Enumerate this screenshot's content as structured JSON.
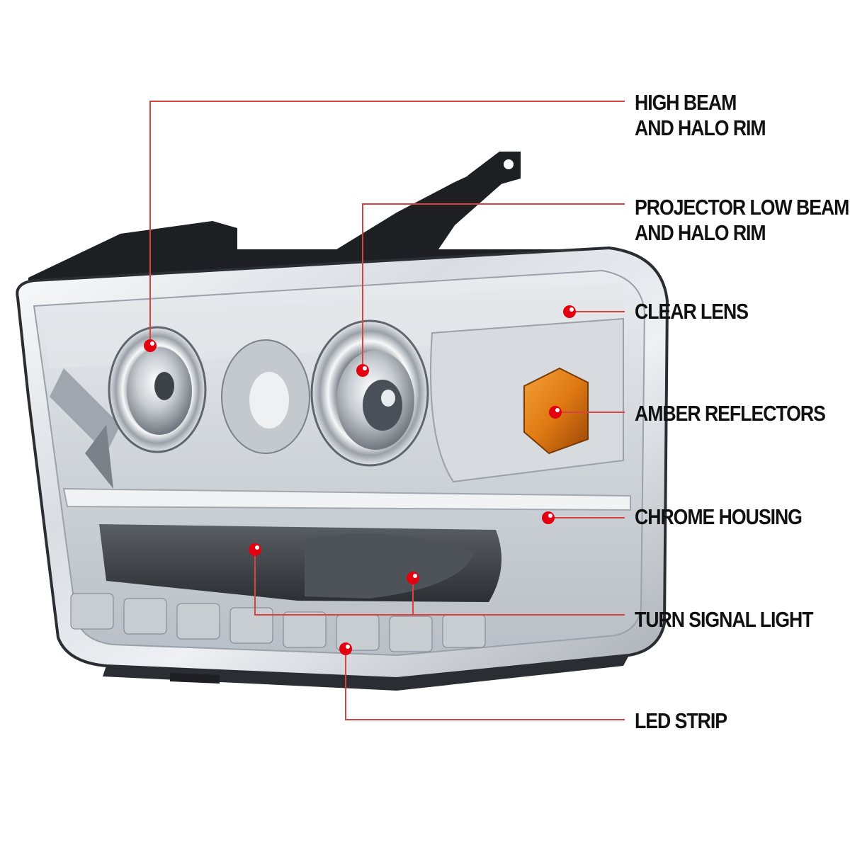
{
  "colors": {
    "background": "#ffffff",
    "leader_line": "#d8433f",
    "marker_dot": "#e3000f",
    "label_text": "#111111",
    "chrome_light": "#f4f6f8",
    "chrome_mid": "#c9ced4",
    "chrome_dark": "#8f969e",
    "bracket": "#1d1f22",
    "lens_tint": "#b3b8bd",
    "amber": "#e07a12",
    "amber_dark": "#a84c08",
    "turn_signal_dark": "#3b3f44"
  },
  "product_image": {
    "subject": "headlight-assembly",
    "icon": "headlight-icon"
  },
  "callouts": [
    {
      "id": "high-beam",
      "lines": [
        "HIGH BEAM",
        "AND HALO RIM"
      ]
    },
    {
      "id": "projector-low-beam",
      "lines": [
        "PROJECTOR LOW BEAM",
        "AND HALO RIM"
      ]
    },
    {
      "id": "clear-lens",
      "lines": [
        "CLEAR LENS"
      ]
    },
    {
      "id": "amber-reflectors",
      "lines": [
        "AMBER REFLECTORS"
      ]
    },
    {
      "id": "chrome-housing",
      "lines": [
        "CHROME HOUSING"
      ]
    },
    {
      "id": "turn-signal-light",
      "lines": [
        "TURN SIGNAL LIGHT"
      ]
    },
    {
      "id": "led-strip",
      "lines": [
        "LED STRIP"
      ]
    }
  ]
}
